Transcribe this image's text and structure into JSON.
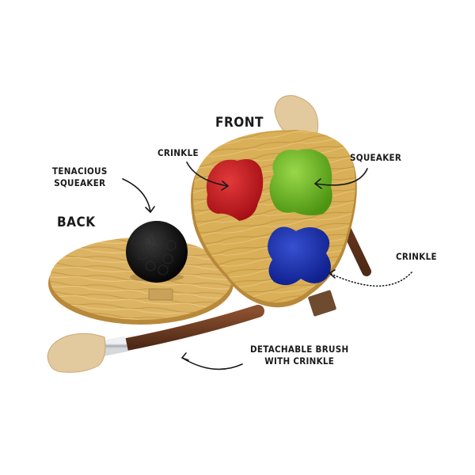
{
  "labels": {
    "front": "FRONT",
    "back": "BACK",
    "crinkle_top": "CRINKLE",
    "squeaker_top": "SQUEAKER",
    "tenacious_line1": "TENACIOUS",
    "tenacious_line2": "SQUEAKER",
    "crinkle_right": "CRINKLE",
    "brush_line1": "DETACHABLE BRUSH",
    "brush_line2": "WITH CRINKLE"
  },
  "colors": {
    "background": "#ffffff",
    "wood": "#d8ae55",
    "wood_dark": "#b8893a",
    "paint_red": "#c8121c",
    "paint_green": "#6fb61d",
    "paint_blue": "#1428a8",
    "ball": "#151515",
    "brush_handle": "#6b3a22",
    "brush_bristles": "#e2c9a0",
    "ferrule": "#b9bcc0",
    "text": "#1a1a1a"
  }
}
